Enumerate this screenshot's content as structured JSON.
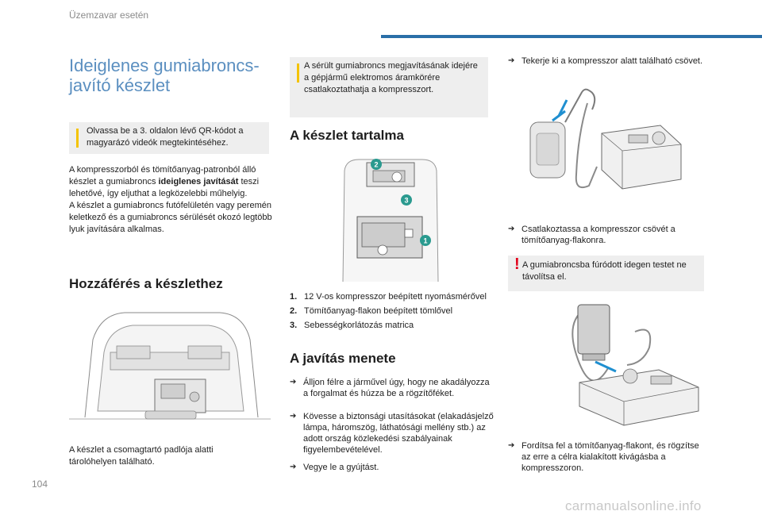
{
  "header": {
    "section_title": "Üzemzavar esetén"
  },
  "page_number": "104",
  "footer": {
    "site": "carmanualsonline.info"
  },
  "col1": {
    "title": "Ideiglenes gumiabroncs-javító készlet",
    "info": "Olvassa be a 3. oldalon lévő QR-kódot a magyarázó videók megtekintéséhez.",
    "para_part1": "A kompresszorból és tömítőanyag-patronból álló készlet a gumiabroncs ",
    "para_bold": "ideiglenes javítását",
    "para_part2": " teszi lehetővé, így eljuthat a legközelebbi műhelyig.",
    "para2": "A készlet a gumiabroncs futófelületén vagy peremén keletkező és a gumiabroncs sérülését okozó legtöbb lyuk javítására alkalmas.",
    "access_heading": "Hozzáférés a készlethez",
    "access_caption": "A készlet a csomagtartó padlója alatti tárolóhelyen található."
  },
  "col2": {
    "info": "A sérült gumiabroncs megjavításának idejére a gépjármű elektromos áramkörére csatlakoztathatja a kompresszort.",
    "contents_heading": "A készlet tartalma",
    "callouts": [
      "1",
      "2",
      "3"
    ],
    "items": [
      {
        "num": "1.",
        "text": "12 V-os kompresszor beépített nyomásmérővel"
      },
      {
        "num": "2.",
        "text": "Tömítőanyag-flakon beépített tömlővel"
      },
      {
        "num": "3.",
        "text": "Sebességkorlátozás matrica"
      }
    ],
    "repair_heading": "A javítás menete",
    "steps": [
      "Álljon félre a járművel úgy, hogy ne akadályozza a forgalmat és húzza be a rögzítőféket.",
      "Kövesse a biztonsági utasításokat (elakadásjelző lámpa, háromszög, láthatósági mellény stb.) az adott ország közlekedési szabályainak figyelembevételével.",
      "Vegye le a gyújtást."
    ]
  },
  "col3": {
    "step1": "Tekerje ki a kompresszor alatt található csövet.",
    "step2": "Csatlakoztassa a kompresszor csövét a tömítőanyag-flakonra.",
    "warning": "A gumiabroncsba fúródott idegen testet ne távolítsa el.",
    "step3": "Fordítsa fel a tömítőanyag-flakont, és rögzítse az erre a célra kialakított kivágásba a kompresszoron."
  },
  "colors": {
    "accent_blue": "#2a6fa8",
    "title_blue": "#5b8fc0",
    "info_yellow": "#f4c300",
    "warn_red": "#e2001a",
    "callout_teal": "#2a9a8f",
    "arrow_blue": "#1f8fd0"
  },
  "icons": {
    "step_bullet": "arrow-bullet-icon",
    "info": "info-bar-icon",
    "warning": "exclamation-icon"
  }
}
